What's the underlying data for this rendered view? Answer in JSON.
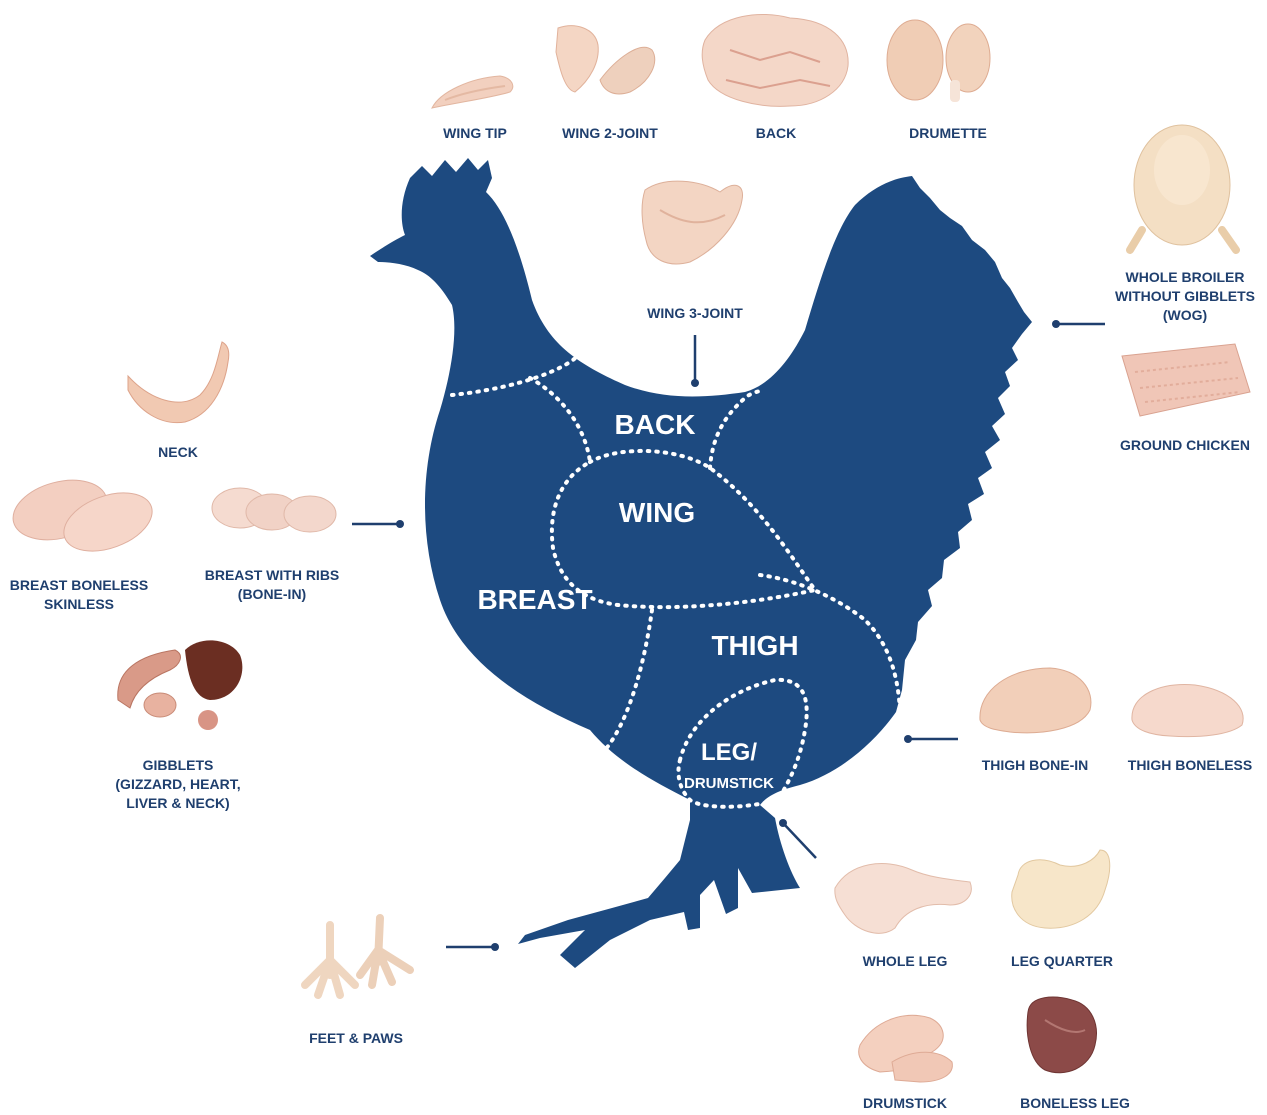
{
  "colors": {
    "hen": "#1d4a80",
    "label_text": "#1f3f6e",
    "cut_text": "#ffffff",
    "meat": "#f3d3c2",
    "meat_dark": "#e6b39d",
    "liver": "#6b2e22",
    "dark_meat": "#8c4a48"
  },
  "hen_cuts": {
    "back": "BACK",
    "wing": "WING",
    "breast": "BREAST",
    "thigh": "THIGH",
    "leg_line1": "LEG/",
    "leg_line2": "DRUMSTICK"
  },
  "products": {
    "wing_tip": {
      "label": "WING TIP",
      "icon": "wing-tip-photo"
    },
    "wing_2joint": {
      "label": "WING 2-JOINT",
      "icon": "wing-2-joint-photo"
    },
    "back": {
      "label": "BACK",
      "icon": "back-photo"
    },
    "drumette": {
      "label": "DRUMETTE",
      "icon": "drumette-photo"
    },
    "wing_3joint": {
      "label": "WING 3-JOINT",
      "icon": "wing-3-joint-photo"
    },
    "wog": {
      "line1": "WHOLE BROILER",
      "line2": "WITHOUT GIBBLETS",
      "line3": "(WOG)",
      "icon": "whole-broiler-photo"
    },
    "ground": {
      "label": "GROUND CHICKEN",
      "icon": "ground-chicken-photo"
    },
    "neck": {
      "label": "NECK",
      "icon": "neck-photo"
    },
    "breast_boneless": {
      "line1": "BREAST BONELESS",
      "line2": "SKINLESS",
      "icon": "breast-boneless-photo"
    },
    "breast_ribs": {
      "line1": "BREAST WITH RIBS",
      "line2": "(BONE-IN)",
      "icon": "breast-ribs-photo"
    },
    "gibblets": {
      "line1": "GIBBLETS",
      "line2": "(GIZZARD, HEART,",
      "line3": "LIVER & NECK)",
      "icon": "gibblets-photo"
    },
    "thigh_bonein": {
      "label": "THIGH BONE-IN",
      "icon": "thigh-bone-in-photo"
    },
    "thigh_boneless": {
      "label": "THIGH BONELESS",
      "icon": "thigh-boneless-photo"
    },
    "whole_leg": {
      "label": "WHOLE LEG",
      "icon": "whole-leg-photo"
    },
    "leg_quarter": {
      "label": "LEG QUARTER",
      "icon": "leg-quarter-photo"
    },
    "drumstick": {
      "label": "DRUMSTICK",
      "icon": "drumstick-photo"
    },
    "boneless_leg": {
      "label": "BONELESS LEG",
      "icon": "boneless-leg-photo"
    },
    "feet": {
      "label": "FEET & PAWS",
      "icon": "feet-photo"
    }
  }
}
